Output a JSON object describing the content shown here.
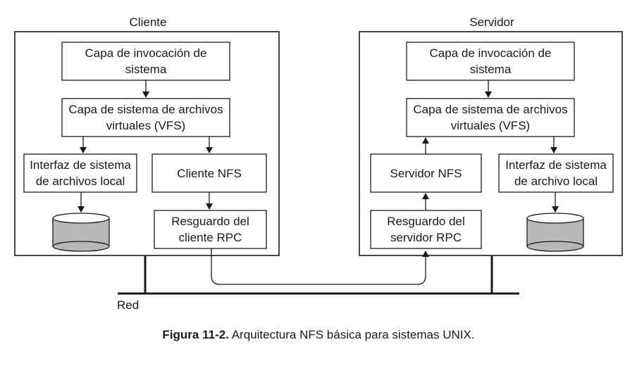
{
  "client": {
    "title": "Cliente",
    "syscall_layer": "Capa de invocación de sistema",
    "vfs_layer": "Capa de sistema de archivos virtuales (VFS)",
    "local_fs": "Interfaz de sistema de archivos local",
    "nfs": "Cliente NFS",
    "rpc_stub": "Resguardo del cliente RPC"
  },
  "server": {
    "title": "Servidor",
    "syscall_layer": "Capa de invocación de sistema",
    "vfs_layer": "Capa de sistema de archivos virtuales (VFS)",
    "nfs": "Servidor NFS",
    "local_fs": "Interfaz de sistema de archivo local",
    "rpc_stub": "Resguardo del servidor RPC"
  },
  "network_label": "Red",
  "caption": {
    "figure": "Figura 11-2.",
    "text": "Arquitectura NFS básica para sistemas UNIX."
  }
}
